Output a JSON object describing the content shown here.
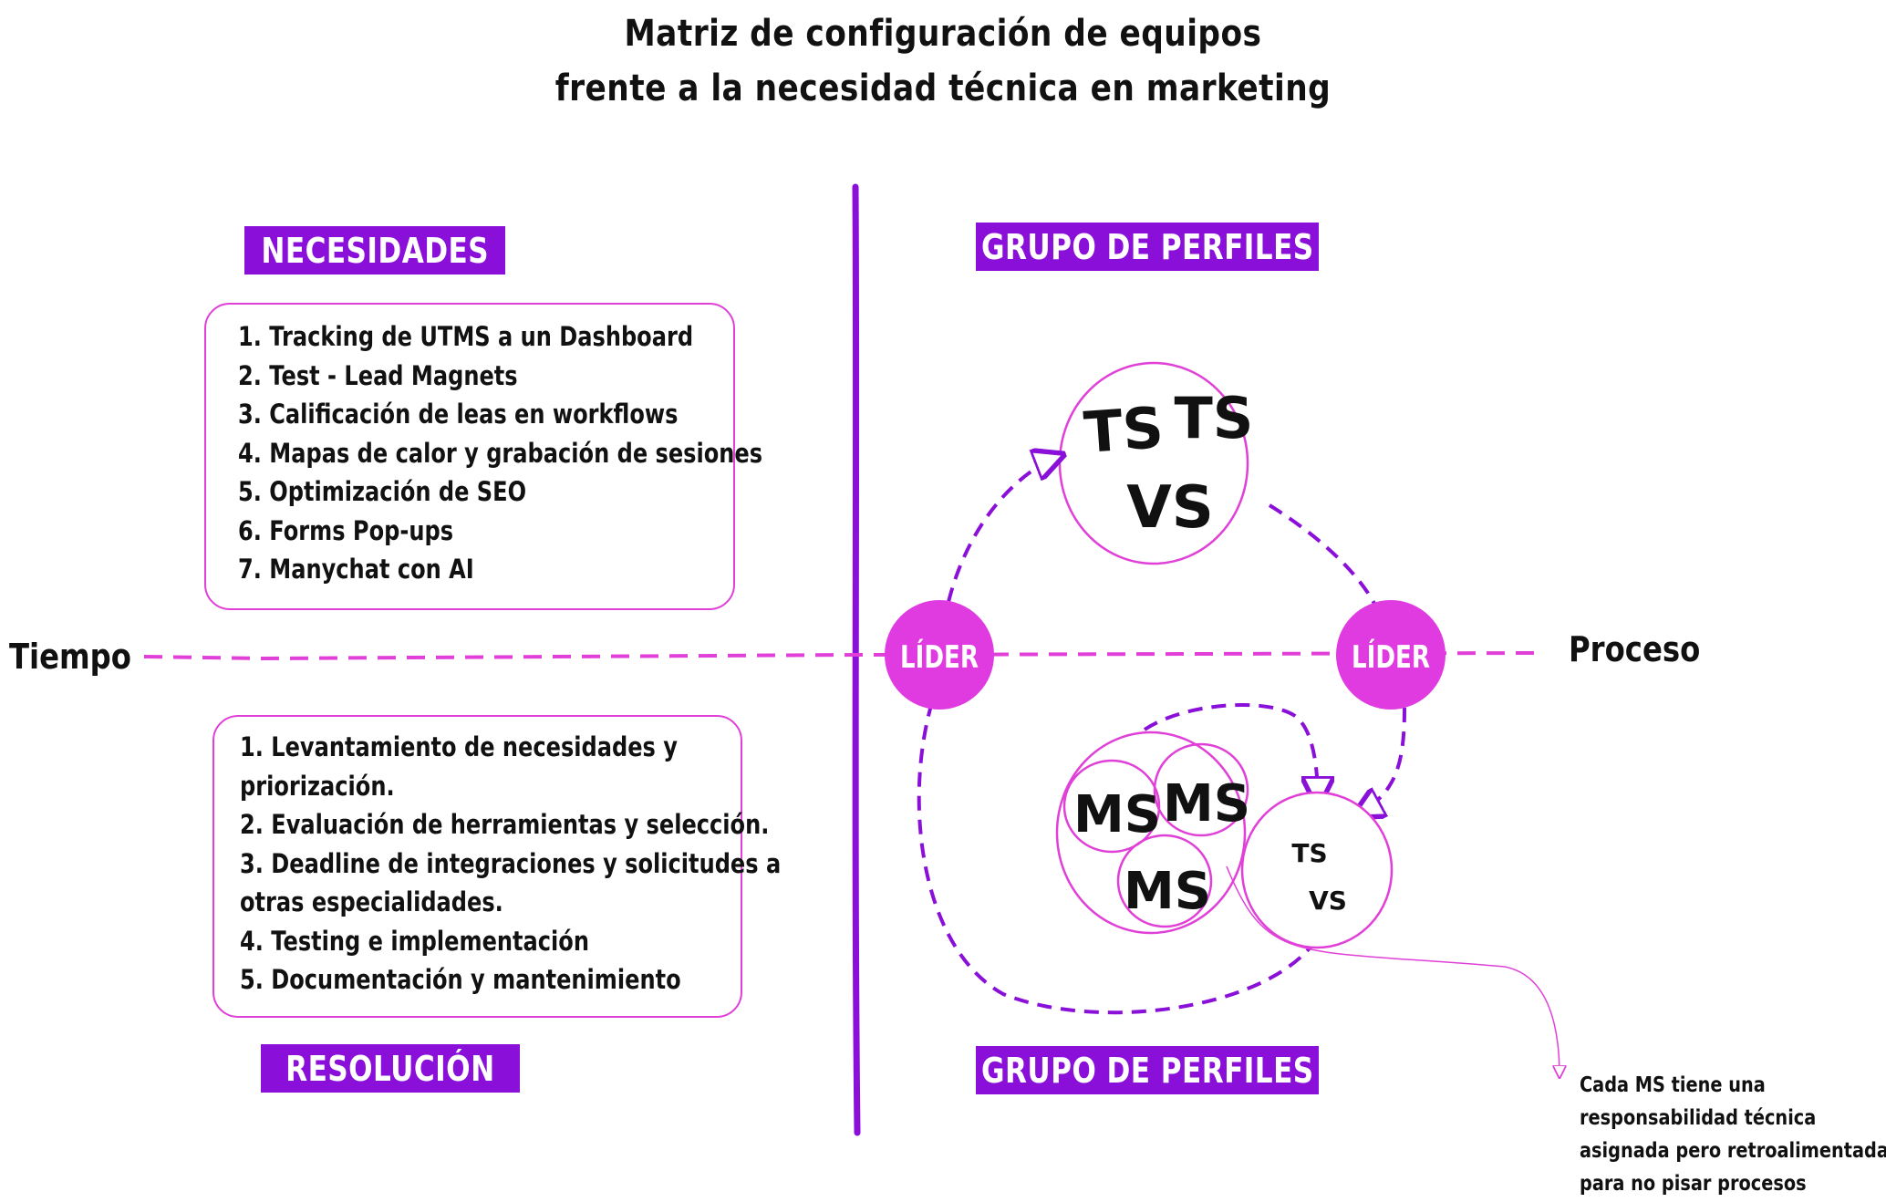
{
  "title": {
    "line1": "Matriz de configuración de equipos",
    "line2": "frente a la necesidad técnica en marketing"
  },
  "tags": {
    "needs": "NECESIDADES",
    "resolution": "RESOLUCIÓN",
    "profiles_top": "GRUPO DE PERFILES",
    "profiles_bottom": "GRUPO DE PERFILES"
  },
  "needs_items": [
    "1. Tracking de UTMS a un Dashboard",
    "2. Test - Lead Magnets",
    "3. Calificación de leas en workflows",
    "4. Mapas de calor y grabación de sesiones",
    "5. Optimización de SEO",
    "6. Forms Pop-ups",
    "7. Manychat con AI"
  ],
  "resolution_items": [
    "1. Levantamiento de necesidades y",
    "priorización.",
    "2. Evaluación de herramientas y selección.",
    "3. Deadline de integraciones y solicitudes a",
    "otras especialidades.",
    "4. Testing e implementación",
    "5. Documentación y mantenimiento"
  ],
  "axis": {
    "left_label": "Tiempo",
    "right_label": "Proceso"
  },
  "leaders": {
    "left": "LÍDER",
    "right": "LÍDER"
  },
  "top_circle": {
    "ts1": "TS",
    "ts2": "TS",
    "vs": "VS"
  },
  "bottom_group": {
    "ms1": "MS",
    "ms2": "MS",
    "ms3": "MS",
    "small_ts": "TS",
    "small_vs": "VS"
  },
  "note_lines": [
    "Cada MS tiene una",
    "responsabilidad técnica",
    "asignada pero retroalimentada",
    "para no pisar procesos"
  ],
  "colors": {
    "accent_purple": "#8a0fd8",
    "magenta": "#e040d8",
    "leader_fill": "#e03be0"
  }
}
